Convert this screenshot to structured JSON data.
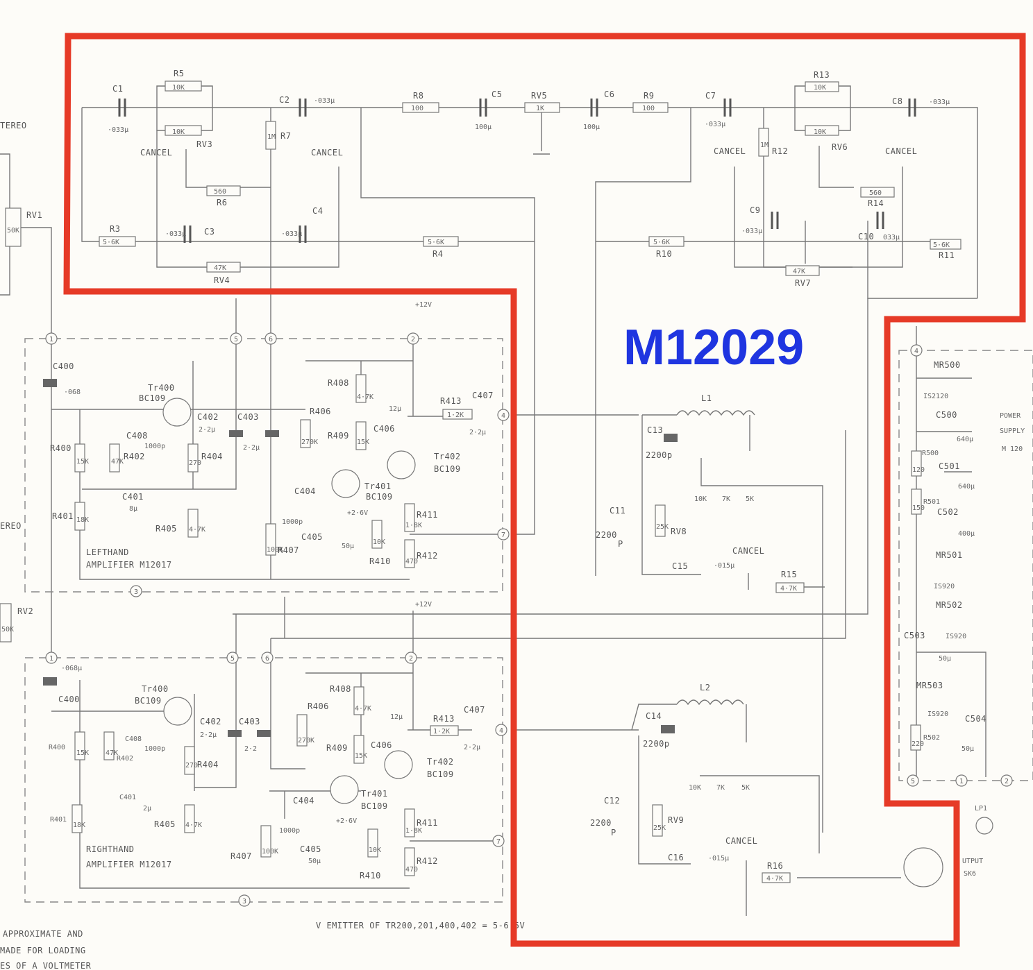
{
  "title": "M12029",
  "colors": {
    "highlight": "#e63a27",
    "title": "#1f35e0",
    "ink": "#666666"
  },
  "left_edge": {
    "stereo_top": "TEREO",
    "stereo_mid": "EREO",
    "rv1": "RV1",
    "rv1_val": "50K",
    "rv2": "RV2",
    "rv2_val": "50K"
  },
  "filter_top_left": {
    "c1": "C1",
    "c1_val": "·033µ",
    "r5": "R5",
    "r5_val": "10K",
    "rv3": "RV3",
    "rv3_val": "10K",
    "c2": "C2",
    "c2_val": "·033µ",
    "r7": "R7",
    "r7_val": "1M",
    "cancel_a": "CANCEL",
    "cancel_b": "CANCEL",
    "r6": "R6",
    "r6_val": "560",
    "r3": "R3",
    "r3_val": "5·6K",
    "c3": "C3",
    "c3_val": "·033µ",
    "c4": "C4",
    "c4_val": "·033µ",
    "rv4": "RV4",
    "rv4_val": "47K",
    "r4": "R4",
    "r4_val": "5·6K"
  },
  "filter_top_mid": {
    "r8": "R8",
    "r8_val": "100",
    "c5": "C5",
    "c5_val": "100µ",
    "rv5": "RV5",
    "rv5_val": "1K",
    "c6": "C6",
    "c6_val": "100µ",
    "r9": "R9",
    "r9_val": "100"
  },
  "filter_top_right": {
    "c7": "C7",
    "c7_val": "·033µ",
    "r13": "R13",
    "r13_val": "10K",
    "rv6": "RV6",
    "rv6_val": "10K",
    "c8": "C8",
    "c8_val": "·033µ",
    "r12": "R12",
    "r12_val": "1M",
    "cancel_a": "CANCEL",
    "cancel_b": "CANCEL",
    "r14": "R14",
    "r14_val": "560",
    "c9": "C9",
    "c9_val": "·033µ",
    "c10": "C10",
    "c10_val": "033µ",
    "r10": "R10",
    "r10_val": "5·6K",
    "r11": "R11",
    "r11_val": "5·6K",
    "rv7": "RV7",
    "rv7_val": "47K"
  },
  "amp_left": {
    "label1": "LEFTHAND",
    "label2": "AMPLIFIER M12017",
    "supply": "+12V",
    "c400": "C400",
    "c400_val": "·068",
    "tr400": "Tr400",
    "tr400_type": "BC109",
    "r400": "R400",
    "r400_val": "15K",
    "r402": "R402",
    "r402_val": "47K",
    "c408": "C408",
    "c408_val": "1000p",
    "c402": "C402",
    "c402_val": "2·2µ",
    "c403": "C403",
    "c403_val": "2·2µ",
    "r404": "R404",
    "r404_val": "270",
    "r406": "R406",
    "r406_val": "270K",
    "r408": "R408",
    "r408_val": "4·7K",
    "c406": "C406",
    "c406_val": "12µ",
    "r409": "R409",
    "r409_val": "15K",
    "r413": "R413",
    "r413_val": "1·2K",
    "c407": "C407",
    "c407_val": "2·2µ",
    "tr402": "Tr402",
    "tr402_type": "BC109",
    "tr401": "Tr401",
    "tr401_type": "BC109",
    "c401": "C401",
    "c401_val": "8µ",
    "r401": "R401",
    "r401_val": "18K",
    "r405": "R405",
    "r405_val": "4·7K",
    "c404": "C404",
    "c404_val": "1000p",
    "v": "+2·6V",
    "c405": "C405",
    "c405_val": "50µ",
    "r407": "R407",
    "r407_val": "100K",
    "r410": "R410",
    "r410_val": "10K",
    "r411": "R411",
    "r411_val": "1·8K",
    "r412": "R412",
    "r412_val": "470"
  },
  "amp_right": {
    "label1": "RIGHTHAND",
    "label2": "AMPLIFIER M12017",
    "supply": "+12V",
    "c400": "C400",
    "c400_val": "·068µ",
    "tr400": "Tr400",
    "tr400_type": "BC109",
    "r400": "R400",
    "r400_val": "15K",
    "r402": "R402",
    "r402_val": "47K",
    "c408": "C408",
    "c408_val": "1000p",
    "c402": "C402",
    "c402_val": "2·2µ",
    "c403": "C403",
    "c403_val": "2·2",
    "r404": "R404",
    "r404_val": "270",
    "r406": "R406",
    "r406_val": "270K",
    "r408": "R408",
    "r408_val": "4·7K",
    "c406": "C406",
    "c406_val": "12µ",
    "r409": "R409",
    "r409_val": "15K",
    "r413": "R413",
    "r413_val": "1·2K",
    "c407": "C407",
    "c407_val": "2·2µ",
    "tr402": "Tr402",
    "tr402_type": "BC109",
    "tr401": "Tr401",
    "tr401_type": "BC109",
    "c401": "C401",
    "c401_val": "2µ",
    "r401": "R401",
    "r401_val": "18K",
    "r405": "R405",
    "r405_val": "4·7K",
    "c404": "C404",
    "c404_val": "1000p",
    "v": "+2·6V",
    "c405": "C405",
    "c405_val": "50µ",
    "r407": "R407",
    "r407_val": "100K",
    "r410": "R410",
    "r410_val": "10K",
    "r411": "R411",
    "r411_val": "1·8K",
    "r412": "R412",
    "r412_val": "470"
  },
  "tuned_top": {
    "l1": "L1",
    "c13": "C13",
    "c13_val": "2200p",
    "taps": [
      "10K",
      "7K",
      "5K"
    ],
    "c11": "C11",
    "c11_val": "2200",
    "c11_unit": "P",
    "rv8": "RV8",
    "rv8_val": "25K",
    "c15": "C15",
    "c15_val": "·015µ",
    "cancel": "CANCEL",
    "r15": "R15",
    "r15_val": "4·7K"
  },
  "tuned_bottom": {
    "l2": "L2",
    "c14": "C14",
    "c14_val": "2200p",
    "taps": [
      "10K",
      "7K",
      "5K"
    ],
    "c12": "C12",
    "c12_val": "2200",
    "c12_unit": "P",
    "rv9": "RV9",
    "rv9_val": "25K",
    "c16": "C16",
    "c16_val": "·015µ",
    "cancel": "CANCEL",
    "r16": "R16",
    "r16_val": "4·7K"
  },
  "power": {
    "mr500": "MR500",
    "mr500_type": "IS2120",
    "c500": "C500",
    "c500_val": "640µ",
    "power_l1": "POWER",
    "power_l2": "SUPPLY",
    "power_l3": "M 120",
    "r500": "R500",
    "r500_val": "120",
    "c501": "C501",
    "c501_val": "640µ",
    "r501": "R501",
    "r501_val": "150",
    "c502": "C502",
    "c502_val": "400µ",
    "mr501": "MR501",
    "mr501_type": "IS920",
    "mr502": "MR502",
    "mr502_type": "IS920",
    "c503": "C503",
    "c503_val": "50µ",
    "mr503": "MR503",
    "mr503_type": "IS920",
    "c504": "C504",
    "c504_val": "50µ",
    "r502": "R502",
    "r502_val": "220",
    "lp1": "LP1",
    "output1": "UTPUT",
    "output2": "SK6"
  },
  "pins": {
    "p1": "1",
    "p2": "2",
    "p3": "3",
    "p4": "4",
    "p5": "5",
    "p6": "6",
    "p7": "7"
  },
  "footer": {
    "note": "V EMITTER OF TR200,201,400,402 = 5-6·5V",
    "left1": "APPROXIMATE AND",
    "left2": "MADE FOR LOADING",
    "left3": "ES OF A VOLTMETER"
  }
}
